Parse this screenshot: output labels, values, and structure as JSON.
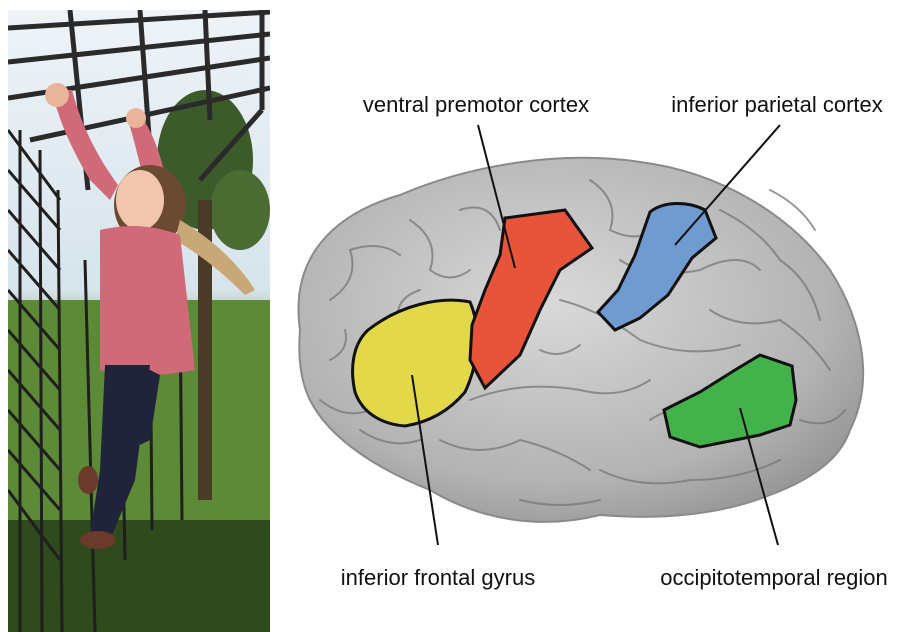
{
  "labels": {
    "ventral_premotor": "ventral premotor cortex",
    "inferior_parietal": "inferior parietal cortex",
    "inferior_frontal": "inferior frontal gyrus",
    "occipitotemporal": "occipitotemporal region"
  },
  "colors": {
    "ventral_premotor": "#e8543a",
    "inferior_parietal": "#6f9bd1",
    "inferior_frontal": "#e3d84a",
    "occipitotemporal": "#43b24a",
    "brain": "#b8b8b8",
    "sky": "#dfe9f2",
    "grass": "#5f8e3a",
    "shirt": "#d06a78"
  }
}
